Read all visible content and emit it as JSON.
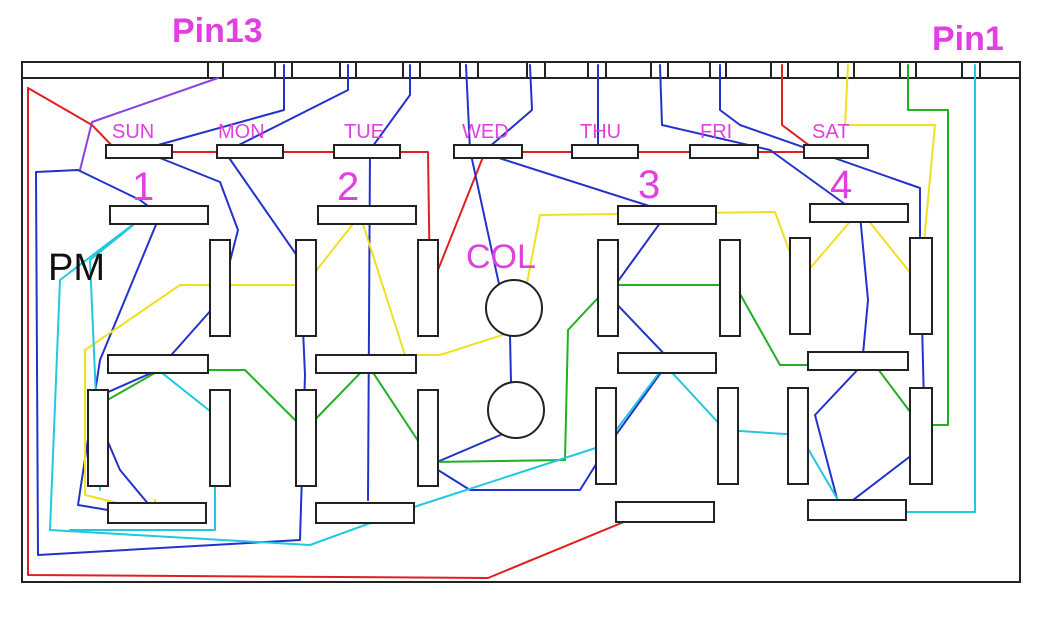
{
  "labels": {
    "pin_left": "Pin13",
    "pin_right": "Pin1",
    "days": [
      "SUN",
      "MON",
      "TUE",
      "WED",
      "THU",
      "FRI",
      "SAT"
    ],
    "digits": [
      "1",
      "2",
      "3",
      "4"
    ],
    "colon": "COL",
    "pm": "PM"
  },
  "colors": {
    "label": "#e040e0",
    "outline": "#222222",
    "wire_blue": "#2233cc",
    "wire_red": "#e02020",
    "wire_yellow": "#f0e020",
    "wire_green": "#20b020",
    "wire_cyan": "#20c8e0",
    "wire_purple": "#8844dd"
  }
}
